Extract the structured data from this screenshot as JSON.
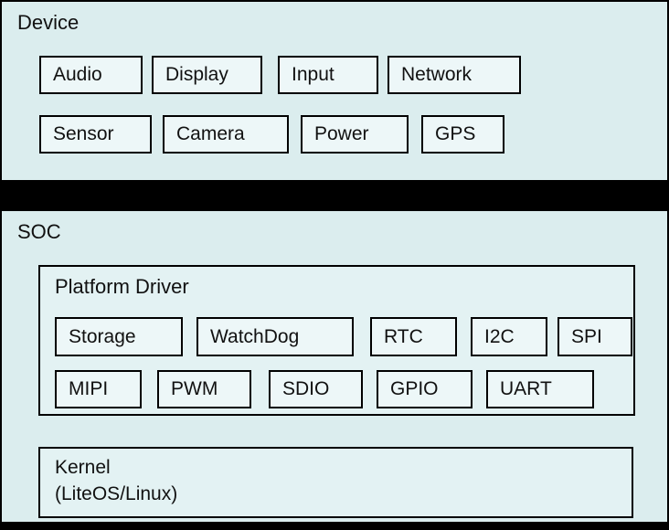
{
  "device": {
    "title": "Device",
    "items": [
      "Audio",
      "Display",
      "Input",
      "Network",
      "Sensor",
      "Camera",
      "Power",
      "GPS"
    ]
  },
  "soc": {
    "title": "SOC",
    "platform": {
      "title": "Platform Driver",
      "items": [
        "Storage",
        "WatchDog",
        "RTC",
        "I2C",
        "SPI",
        "MIPI",
        "PWM",
        "SDIO",
        "GPIO",
        "UART"
      ]
    },
    "kernel": {
      "line1": "Kernel",
      "line2": "(LiteOS/Linux)"
    }
  },
  "colors": {
    "section_background": "#dbedee",
    "box_background": "#edf7f8",
    "group_background": "#e3f2f3",
    "border": "#000000",
    "separator": "#000000",
    "text": "#111111"
  }
}
